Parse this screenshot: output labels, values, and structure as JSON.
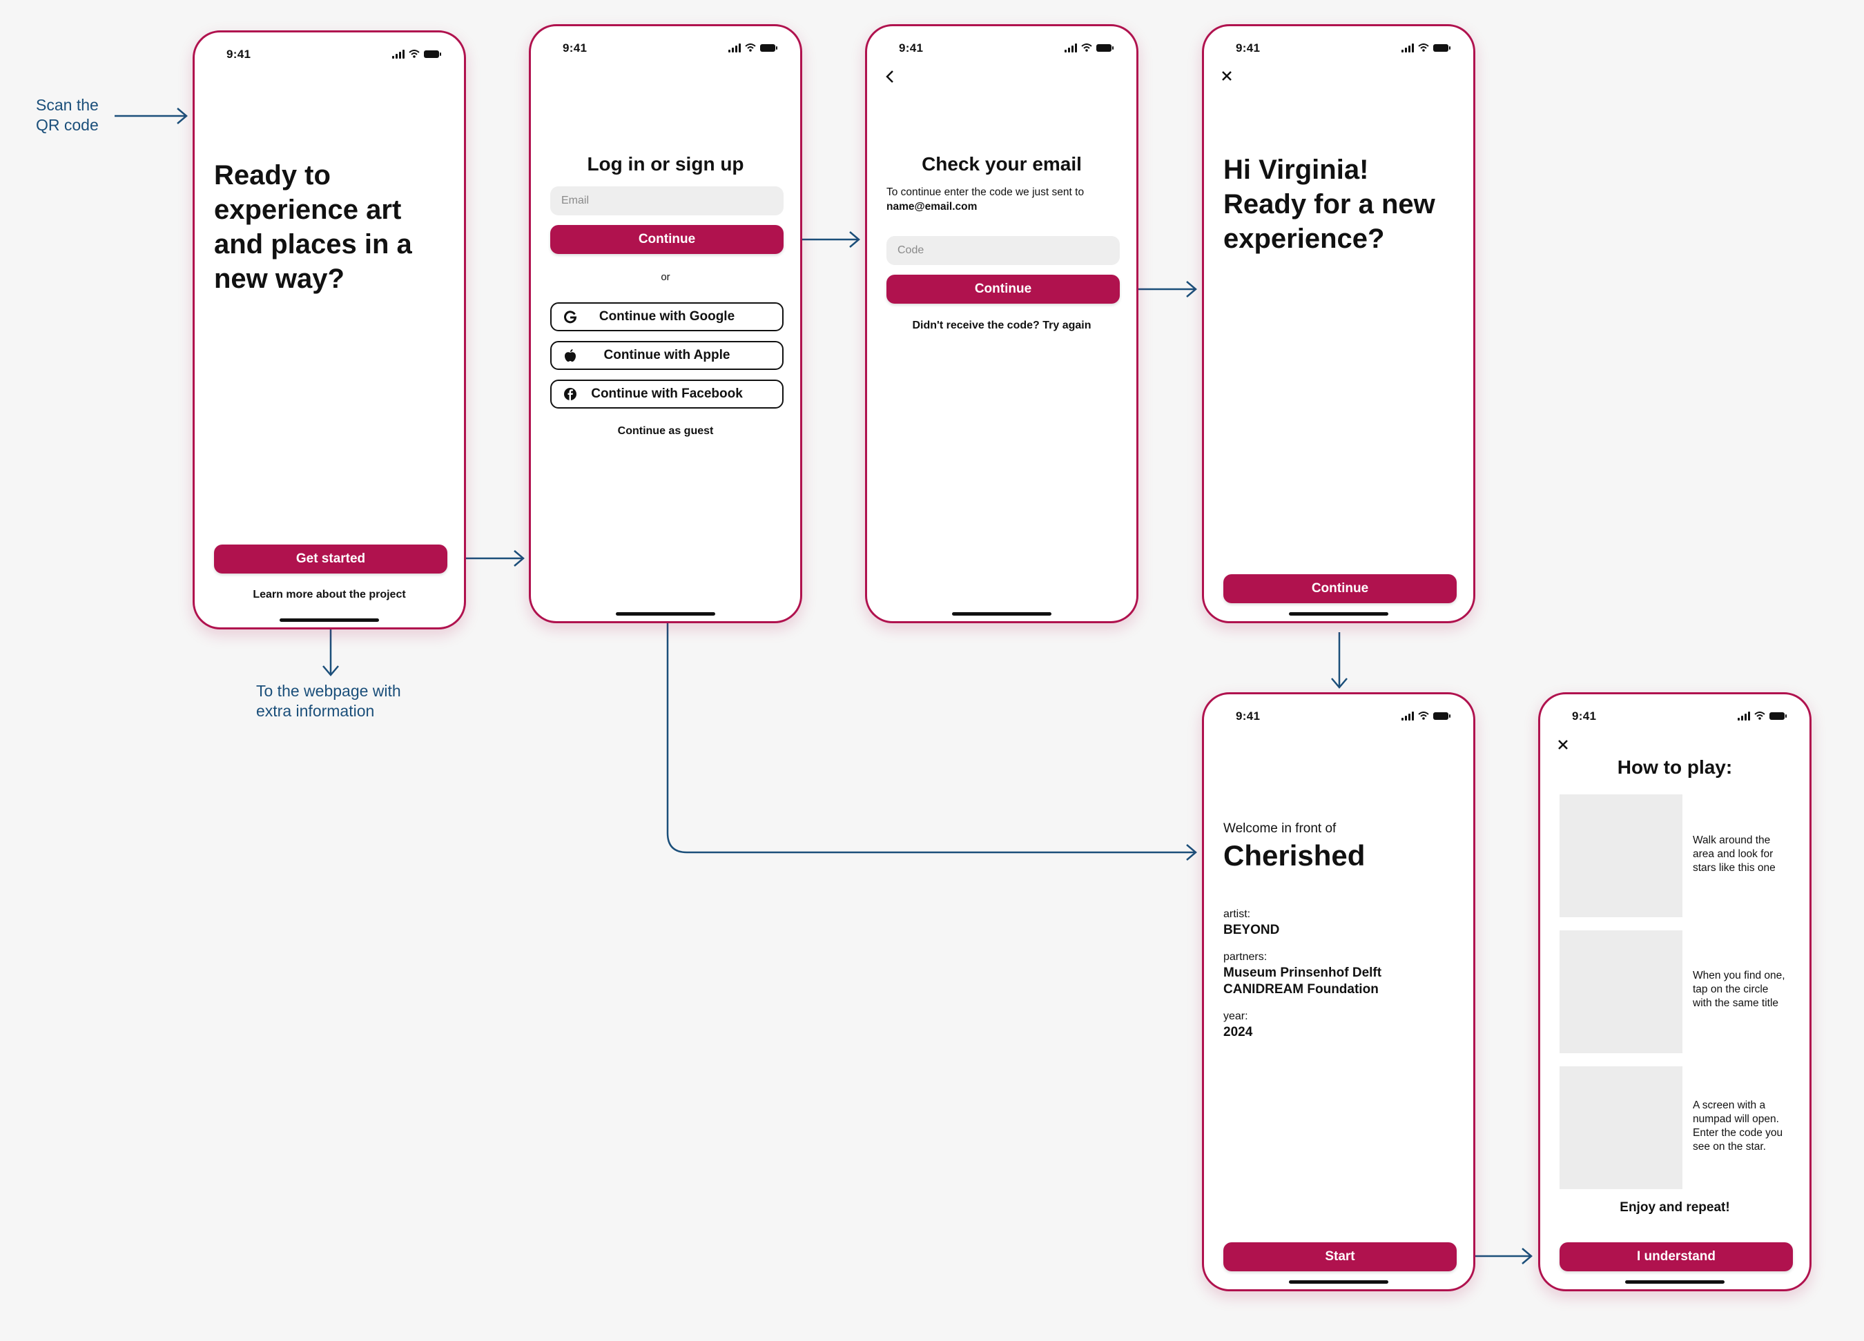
{
  "status": {
    "time": "9:41"
  },
  "annotations": {
    "scan_qr": [
      "Scan the",
      "QR code"
    ],
    "webpage": [
      "To the webpage with",
      "extra information"
    ]
  },
  "screen_welcome": {
    "headline": [
      "Ready to",
      "experience art",
      "and places in a",
      "new way?"
    ],
    "cta": "Get started",
    "link": "Learn more about the project"
  },
  "screen_login": {
    "title": "Log in or sign up",
    "email_placeholder": "Email",
    "continue": "Continue",
    "or": "or",
    "google": "Continue with Google",
    "apple": "Continue with Apple",
    "facebook": "Continue with Facebook",
    "guest": "Continue as guest"
  },
  "screen_email": {
    "title": "Check your email",
    "instruction": "To continue enter the code we just sent to",
    "email": "name@email.com",
    "code_placeholder": "Code",
    "continue": "Continue",
    "resend": "Didn't receive the code? Try again"
  },
  "screen_greeting": {
    "headline": [
      "Hi Virginia!",
      "Ready for a new",
      "experience?"
    ],
    "continue": "Continue"
  },
  "screen_artwork": {
    "welcome": "Welcome in front of",
    "name": "Cherished",
    "artist_label": "artist:",
    "artist": "BEYOND",
    "partners_label": "partners:",
    "partners": [
      "Museum Prinsenhof Delft",
      "CANIDREAM Foundation"
    ],
    "year_label": "year:",
    "year": "2024",
    "start": "Start"
  },
  "screen_howto": {
    "title": "How to play:",
    "steps": [
      [
        "Walk around the",
        "area and look for",
        "stars like this one"
      ],
      [
        "When you find one,",
        "tap on the circle",
        "with the same title"
      ],
      [
        "A screen with a",
        "numpad will open.",
        "Enter the code you",
        "see on the star."
      ]
    ],
    "footer": "Enjoy and repeat!",
    "cta": "I understand"
  },
  "colors": {
    "accent": "#b0124e",
    "annotation": "#1b4f7a"
  }
}
